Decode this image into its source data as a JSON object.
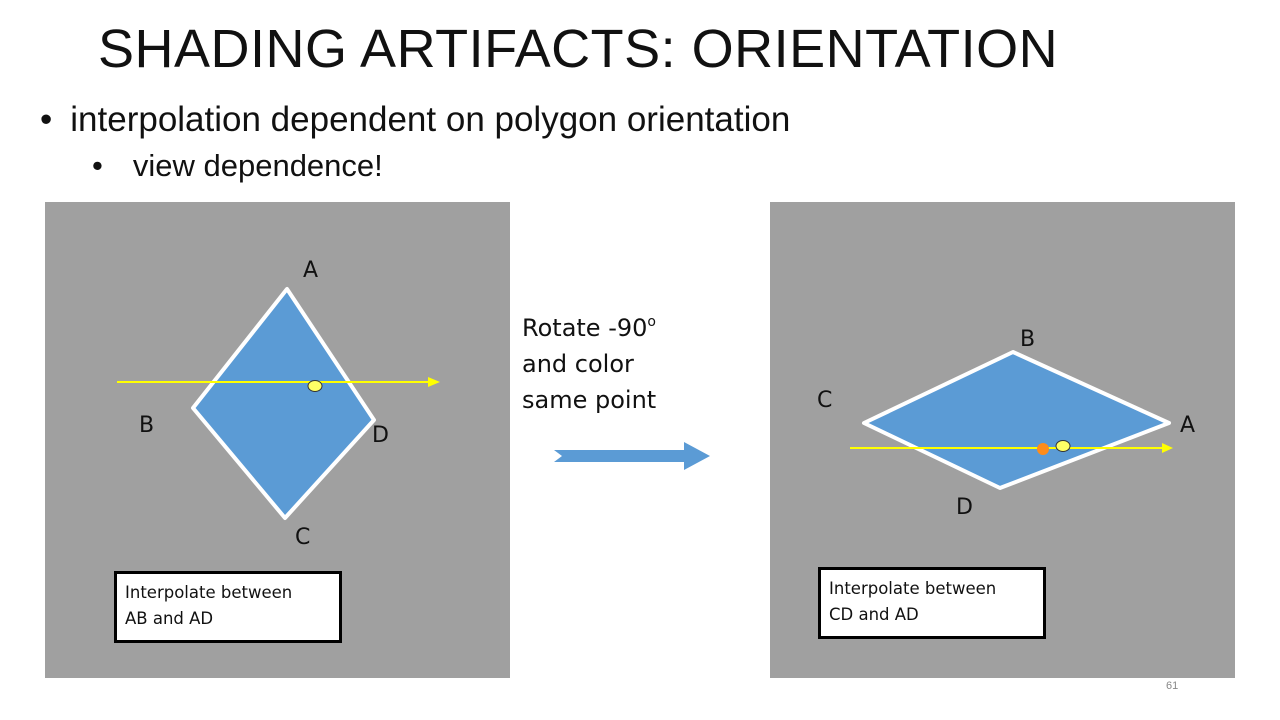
{
  "slide": {
    "title": "SHADING ARTIFACTS: ORIENTATION",
    "bullet_level1": "interpolation dependent on polygon orientation",
    "bullet_level2": "view dependence!",
    "bullet_symbol": "•",
    "page_number": "61"
  },
  "left_panel": {
    "labels": {
      "a": "A",
      "b": "B",
      "c": "C",
      "d": "D"
    },
    "note": [
      "Interpolate between",
      "AB and AD"
    ]
  },
  "middle": {
    "line1_prefix": "Rotate -90",
    "line1_sup": "o",
    "line2": "and color",
    "line3": "same point"
  },
  "right_panel": {
    "labels": {
      "a": "A",
      "b": "B",
      "c": "C",
      "d": "D"
    },
    "note": [
      "Interpolate between",
      "CD and AD"
    ]
  },
  "colors": {
    "panel_bg": "#a0a0a0",
    "polygon_fill": "#5b9bd5",
    "polygon_stroke": "#ffffff",
    "scanline": "#ffff00",
    "sample_point": "#ffff66",
    "alt_point": "#ff8c1a",
    "arrow": "#5b9bd5"
  }
}
